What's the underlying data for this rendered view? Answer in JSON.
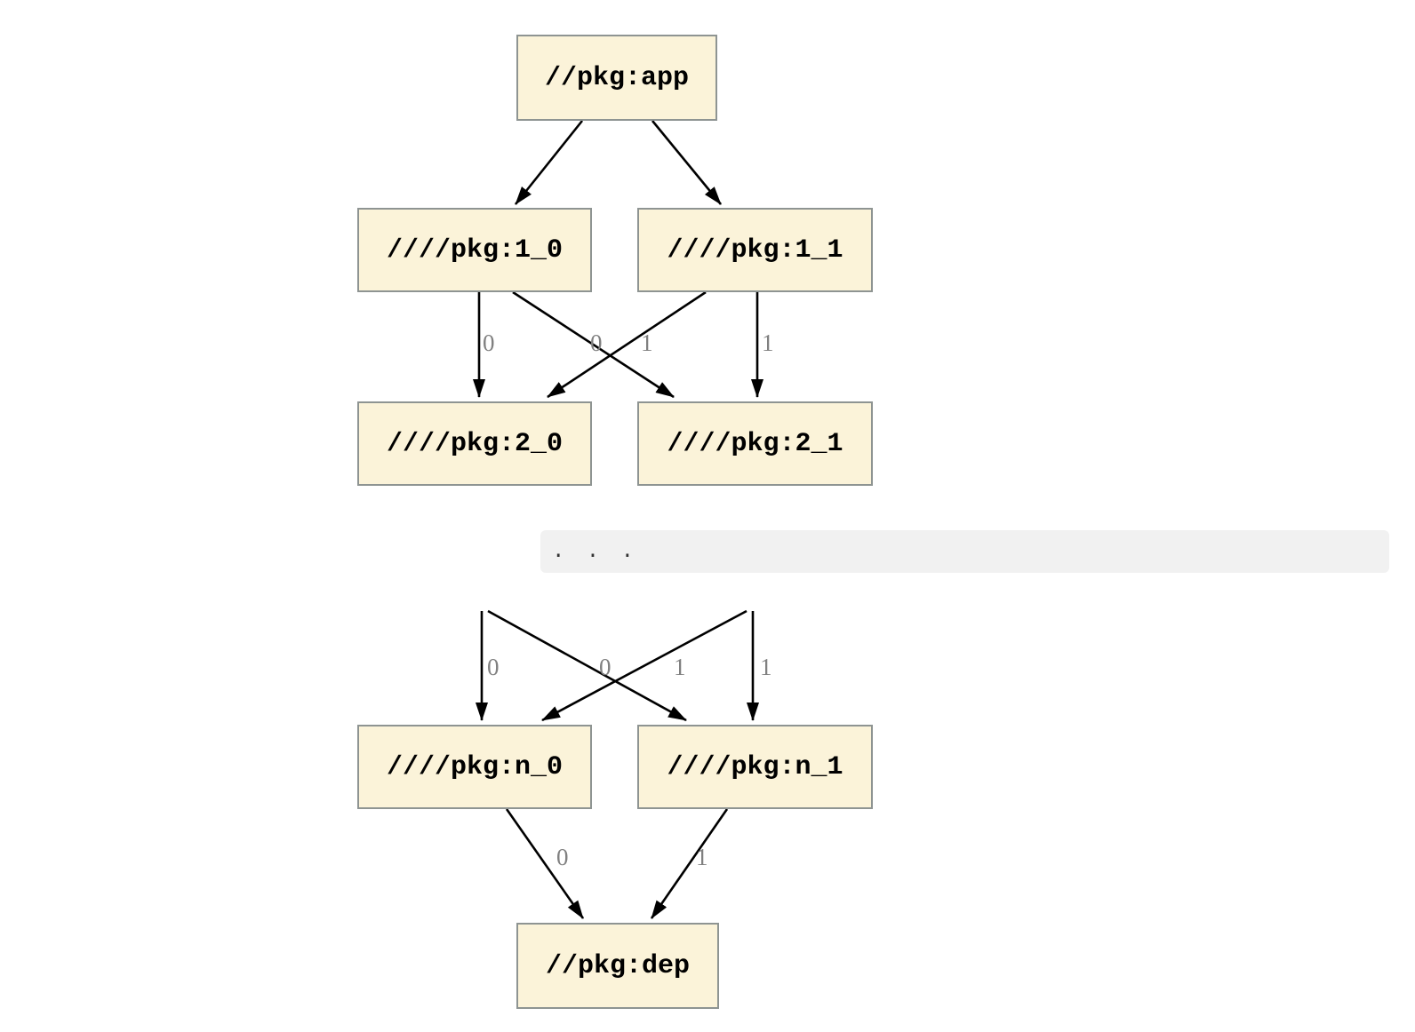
{
  "diagram": {
    "kind": "dependency-graph",
    "nodes": [
      {
        "id": "app",
        "label": "//pkg:app"
      },
      {
        "id": "1_0",
        "label": "////pkg:1_0"
      },
      {
        "id": "1_1",
        "label": "////pkg:1_1"
      },
      {
        "id": "2_0",
        "label": "////pkg:2_0"
      },
      {
        "id": "2_1",
        "label": "////pkg:2_1"
      },
      {
        "id": "n_0",
        "label": "////pkg:n_0"
      },
      {
        "id": "n_1",
        "label": "////pkg:n_1"
      },
      {
        "id": "dep",
        "label": "//pkg:dep"
      }
    ],
    "edges": [
      {
        "from": "app",
        "to": "1_0",
        "label": ""
      },
      {
        "from": "app",
        "to": "1_1",
        "label": ""
      },
      {
        "from": "1_0",
        "to": "2_0",
        "label": "0"
      },
      {
        "from": "1_0",
        "to": "2_1",
        "label": "1"
      },
      {
        "from": "1_1",
        "to": "2_0",
        "label": "0"
      },
      {
        "from": "1_1",
        "to": "2_1",
        "label": "1"
      },
      {
        "from": "...",
        "to": "n_0",
        "label": "0"
      },
      {
        "from": "...",
        "to": "n_1",
        "label": "1"
      },
      {
        "from": "...",
        "to": "n_0",
        "label": "0"
      },
      {
        "from": "...",
        "to": "n_1",
        "label": "1"
      },
      {
        "from": "n_0",
        "to": "dep",
        "label": "0"
      },
      {
        "from": "n_1",
        "to": "dep",
        "label": "1"
      }
    ],
    "ellipsis_band": {
      "text": ". . ."
    },
    "colors": {
      "node_fill": "#FBF3D9",
      "node_border": "#8E9492",
      "edge": "#000000",
      "edge_label": "#808080",
      "band_bg": "#F1F1F1",
      "band_text": "#333333",
      "page_bg": "#FFFFFF"
    }
  }
}
